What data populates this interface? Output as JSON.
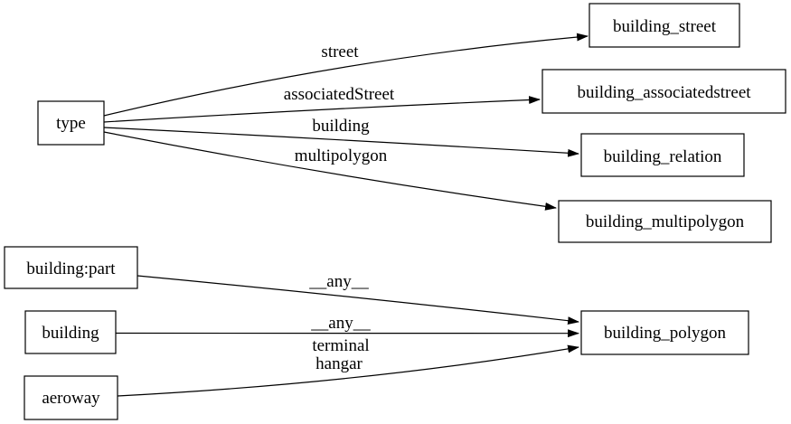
{
  "diagram": {
    "type": "directed-graph",
    "colors": {
      "background": "#ffffff",
      "node_fill": "#ffffff",
      "node_border": "#000000",
      "edge": "#000000",
      "text": "#000000"
    },
    "nodes": {
      "type": {
        "label": "type"
      },
      "building_part": {
        "label": "building:part"
      },
      "building": {
        "label": "building"
      },
      "aeroway": {
        "label": "aeroway"
      },
      "building_street": {
        "label": "building_street"
      },
      "building_associatedstreet": {
        "label": "building_associatedstreet"
      },
      "building_relation": {
        "label": "building_relation"
      },
      "building_multipolygon": {
        "label": "building_multipolygon"
      },
      "building_polygon": {
        "label": "building_polygon"
      }
    },
    "edges": [
      {
        "from": "type",
        "to": "building_street",
        "label": "street"
      },
      {
        "from": "type",
        "to": "building_associatedstreet",
        "label": "associatedStreet"
      },
      {
        "from": "type",
        "to": "building_relation",
        "label": "building"
      },
      {
        "from": "type",
        "to": "building_multipolygon",
        "label": "multipolygon"
      },
      {
        "from": "building:part",
        "to": "building_polygon",
        "label": "__any__"
      },
      {
        "from": "building",
        "to": "building_polygon",
        "label": "__any__"
      },
      {
        "from": "aeroway",
        "to": "building_polygon",
        "label_line1": "terminal",
        "label_line2": "hangar"
      }
    ]
  }
}
